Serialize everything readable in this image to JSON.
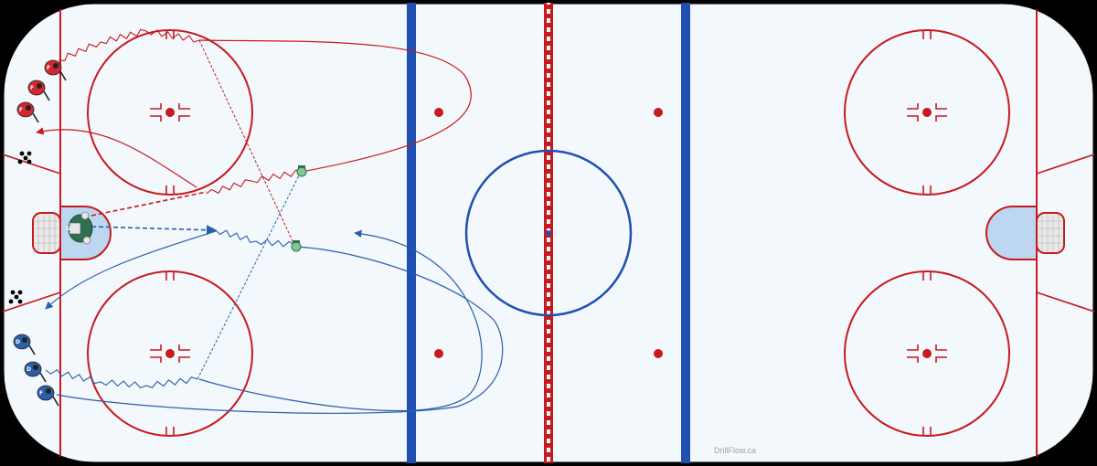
{
  "watermark": "DrillFlow.ca",
  "colors": {
    "ice": "#f3f8fc",
    "board": "#000000",
    "red_line": "#c8191e",
    "blue_line": "#1f4fb0",
    "red_team": "#d0282e",
    "blue_team": "#2a5fa8",
    "goalie": "#2f6f50",
    "crease": "#bcd7ef"
  },
  "players": {
    "red": [
      "F",
      "F",
      "F"
    ],
    "blue": [
      "D",
      "D",
      "F"
    ],
    "goalie": "G"
  },
  "icons": {
    "puck_pile": "puck-pile-icon",
    "pylon": "pylon-icon"
  }
}
